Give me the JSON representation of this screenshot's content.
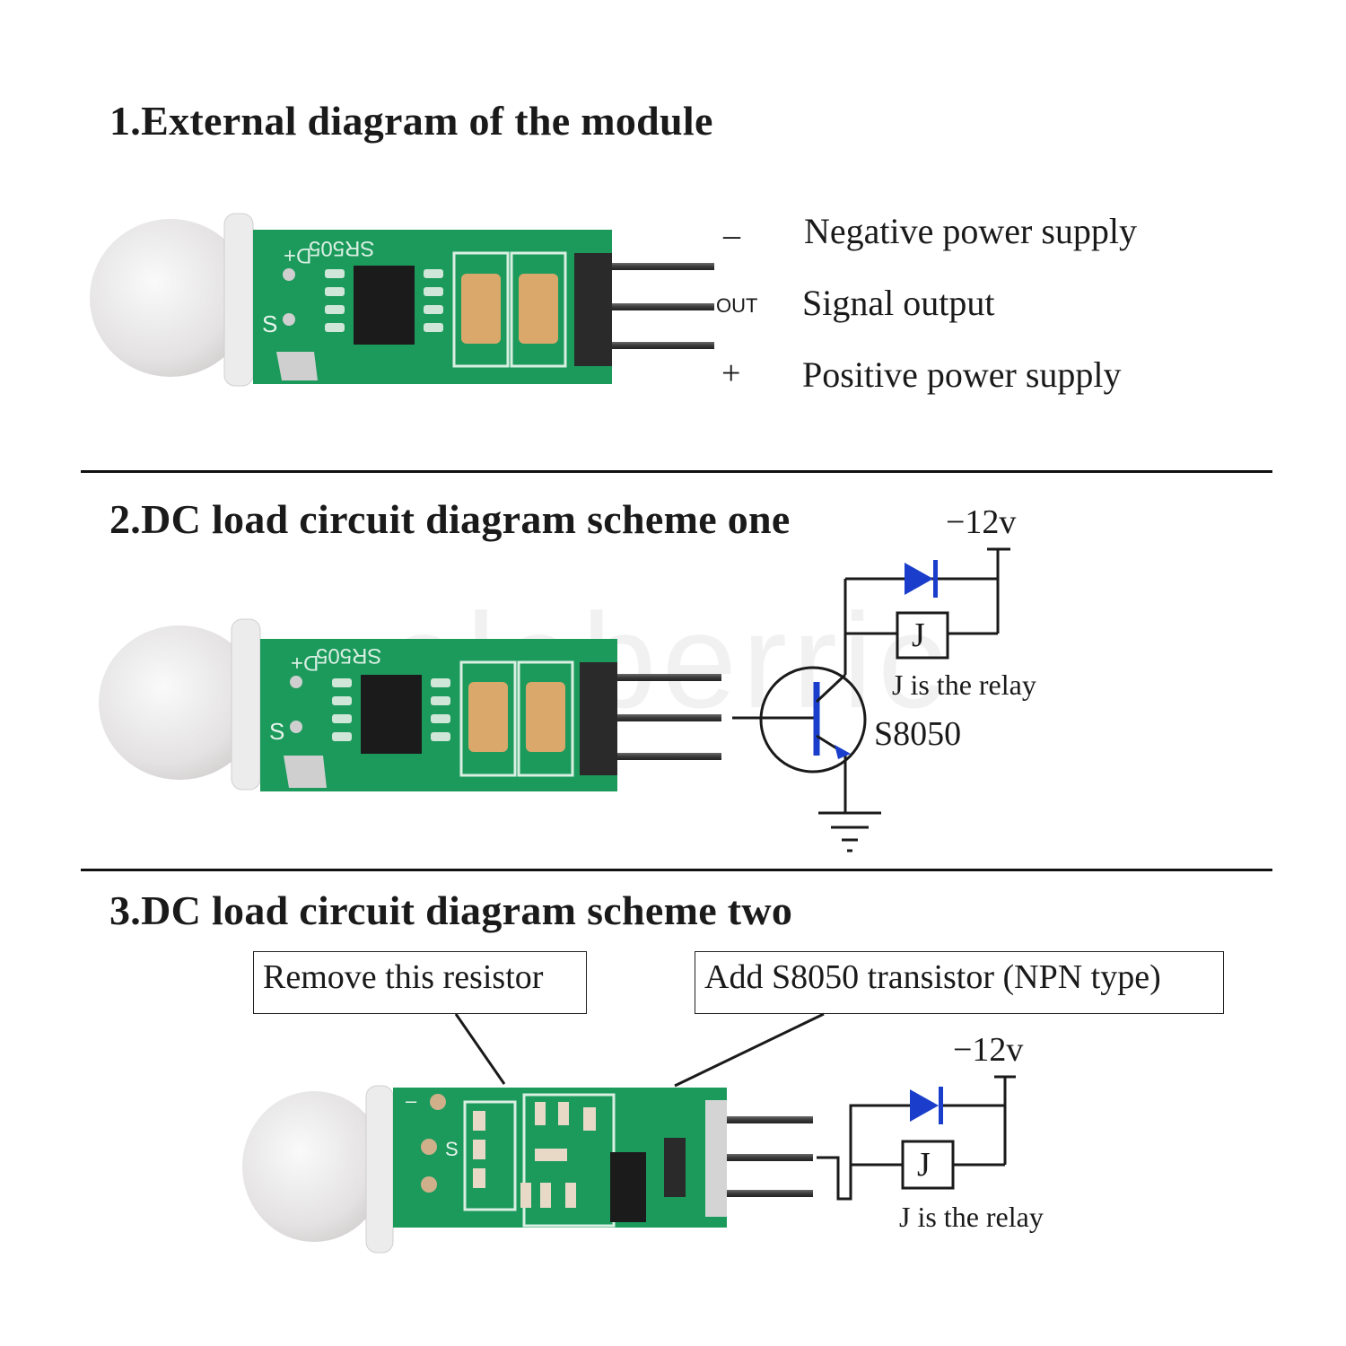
{
  "sections": {
    "one": {
      "title": "1.External diagram of the module"
    },
    "two": {
      "title": "2.DC load circuit diagram scheme one"
    },
    "three": {
      "title": "3.DC load circuit diagram scheme two"
    }
  },
  "pins": {
    "negative": {
      "mark": "–",
      "label": "Negative power supply"
    },
    "signal": {
      "mark": "OUT",
      "label": "Signal output"
    },
    "positive": {
      "mark": "+",
      "label": "Positive power supply"
    }
  },
  "board_marks": {
    "model_text": "SR505",
    "d_plus": "D+",
    "s_text": "S",
    "minus_text": "–"
  },
  "scheme_one": {
    "voltage": "−12v",
    "relay_symbol": "J",
    "relay_note": "J is the relay",
    "transistor": "S8050"
  },
  "scheme_two": {
    "remove_label": "Remove this resistor",
    "add_label": "Add S8050 transistor (NPN type)",
    "voltage": "−12v",
    "relay_symbol": "J",
    "relay_note": "J is the relay"
  },
  "watermark": "eleberric",
  "colors": {
    "pcb": "#1c9a5c",
    "pcb_dark": "#137a46",
    "diode": "#1a3ecb",
    "capacitor": "#d9a86a",
    "chip": "#1b1b1b",
    "lens": "#e6e4e4"
  }
}
